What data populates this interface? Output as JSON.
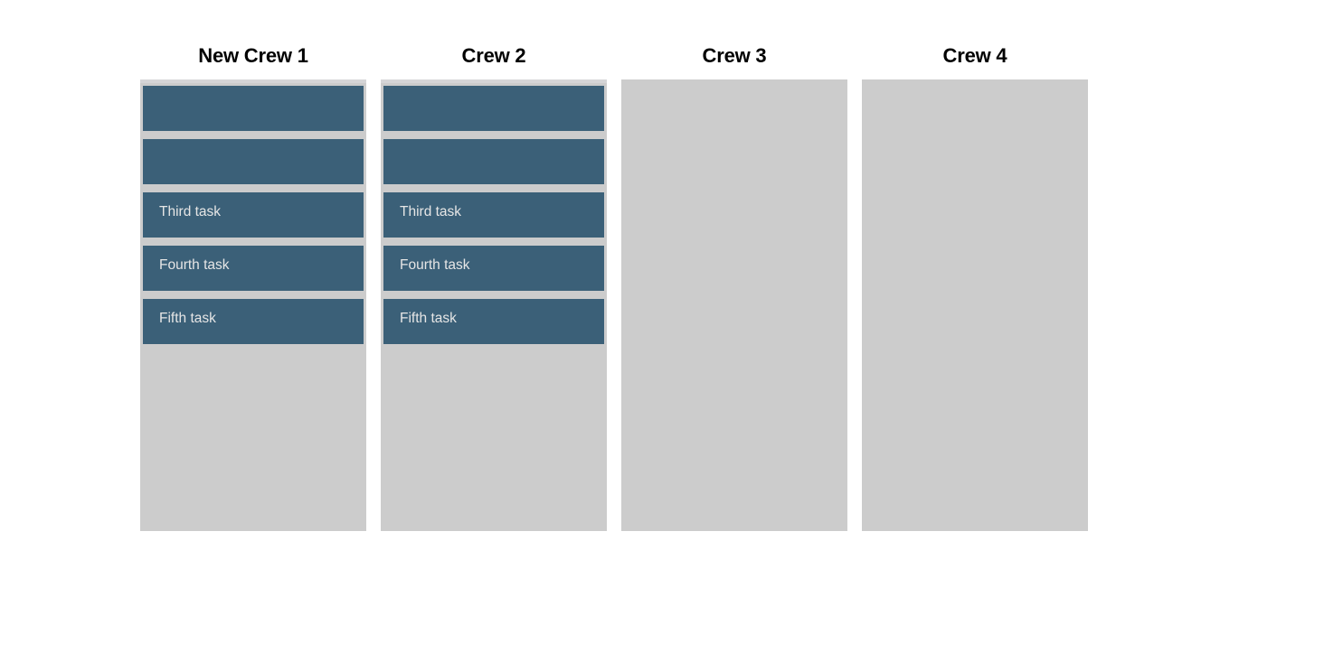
{
  "board": {
    "columns": [
      {
        "title": "New Crew 1",
        "name": "crew-1",
        "empty": false,
        "cards": [
          {
            "label": ""
          },
          {
            "label": ""
          },
          {
            "label": "Third task"
          },
          {
            "label": "Fourth task"
          },
          {
            "label": "Fifth task"
          }
        ]
      },
      {
        "title": "Crew 2",
        "name": "crew-2",
        "empty": false,
        "cards": [
          {
            "label": ""
          },
          {
            "label": ""
          },
          {
            "label": "Third task"
          },
          {
            "label": "Fourth task"
          },
          {
            "label": "Fifth task"
          }
        ]
      },
      {
        "title": "Crew 3",
        "name": "crew-3",
        "empty": true,
        "cards": []
      },
      {
        "title": "Crew 4",
        "name": "crew-4",
        "empty": true,
        "cards": []
      }
    ]
  },
  "colors": {
    "card_background": "#3b6078",
    "card_text": "#e6e6e6",
    "column_background": "#cccccc",
    "column_top_strip": "#d5d5d7",
    "page_background": "#ffffff",
    "header_text": "#000000"
  }
}
